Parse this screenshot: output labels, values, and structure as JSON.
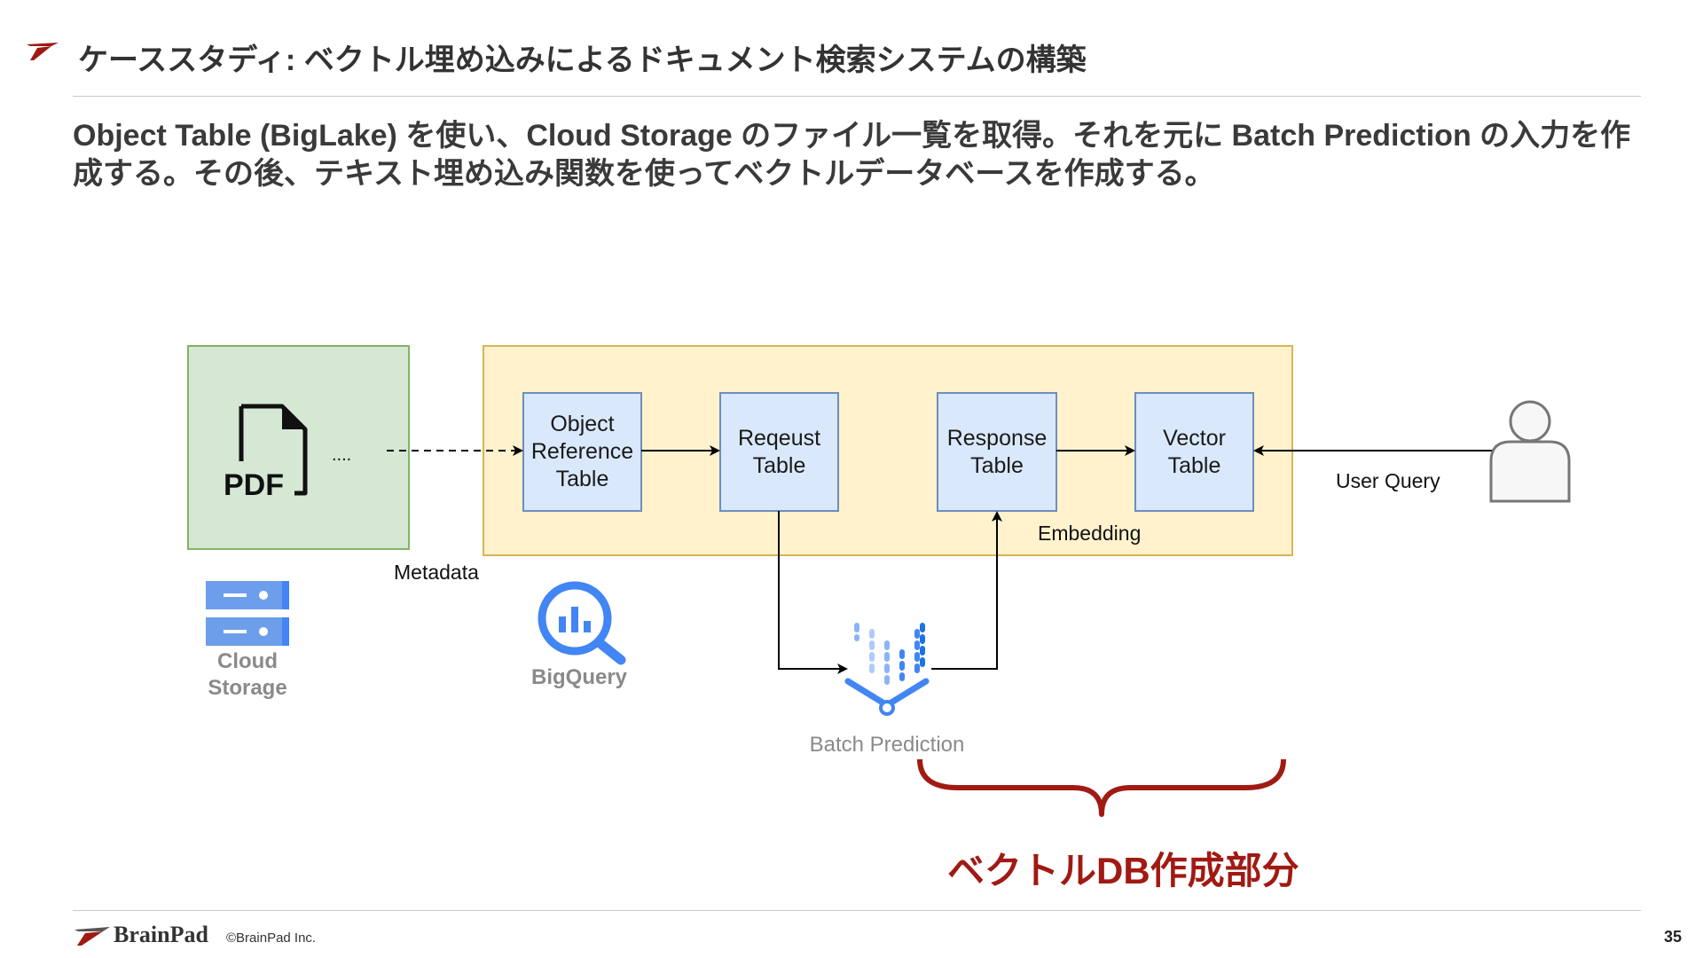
{
  "header": {
    "title": "ケーススタディ: ベクトル埋め込みによるドキュメント検索システムの構築"
  },
  "intro": {
    "text": "Object Table (BigLake) を使い、Cloud Storage のファイル一覧を取得。それを元に Batch Prediction の入力を作成する。その後、テキスト埋め込み関数を使ってベクトルデータベースを作成する。"
  },
  "diagram": {
    "pdf_label": "PDF",
    "ellipsis": "....",
    "metadata_label": "Metadata",
    "cloud_storage_label": "Cloud\nStorage",
    "bigquery_label": "BigQuery",
    "object_table_label": "Object\nReference\nTable",
    "request_table_label": "Reqeust\nTable",
    "response_table_label": "Response\nTable",
    "vector_table_label": "Vector\nTable",
    "embedding_label": "Embedding",
    "user_query_label": "User Query",
    "batch_prediction_label": "Batch Prediction",
    "bracket_caption": "ベクトルDB作成部分"
  },
  "footer": {
    "brand": "BrainPad",
    "copyright": "©BrainPad Inc.",
    "page_number": "35"
  },
  "colors": {
    "green_fill": "#d5e8d4",
    "green_border": "#82b366",
    "yellow_fill": "#fff2cc",
    "yellow_border": "#d6b656",
    "blue_fill": "#dae8fc",
    "blue_border": "#6c8ebf",
    "accent_red": "#a01a13",
    "gcp_blue": "#4285f4"
  }
}
